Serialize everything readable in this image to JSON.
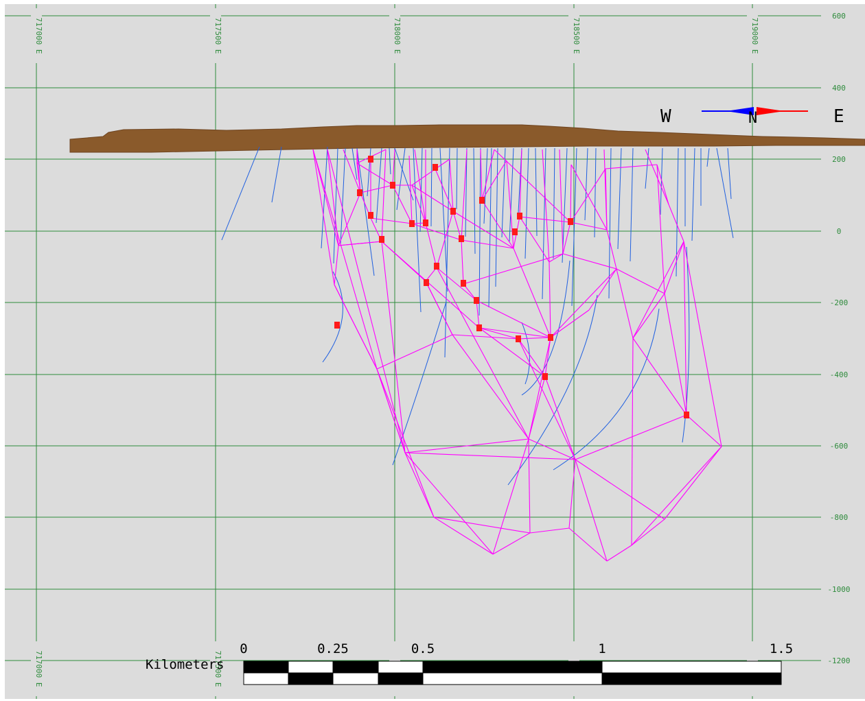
{
  "colors": {
    "background": "#dcdcdc",
    "grid": "#2e8b3c",
    "grid_label": "#2e8b3c",
    "topography": "#8a5a2b",
    "drillhole": "#1f5fe0",
    "wireframe": "#ff00ff",
    "intercept": "#ff1a1a",
    "scalebar_dark": "#000000",
    "scalebar_light": "#ffffff",
    "text": "#000000",
    "compass_west": "#0000ff",
    "compass_east": "#ff0000"
  },
  "eastings": [
    "717000 E",
    "717500 E",
    "718000 E",
    "718500 E",
    "719000 E"
  ],
  "bottom_eastings": [
    "717000 E",
    "717500 E",
    "718",
    "718",
    "719"
  ],
  "elevations": [
    "600",
    "400",
    "200",
    "0",
    "-200",
    "-400",
    "-600",
    "-800",
    "-1000",
    "-1200"
  ],
  "compass": {
    "west_label": "W",
    "east_label": "E",
    "center_icon": "north-arrow-icon"
  },
  "scalebar": {
    "unit_label": "Kilometers",
    "tick_labels": [
      "0",
      "0.25",
      "0.5",
      "1",
      "1.5"
    ]
  }
}
